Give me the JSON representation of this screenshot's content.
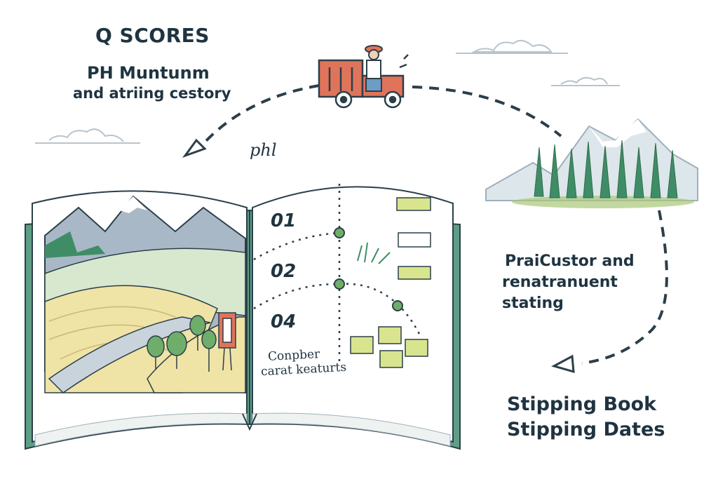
{
  "header": {
    "title": "Q  SCORES",
    "line1": "PH Muntunm",
    "line2": "and atriing cestory"
  },
  "ph_note": "phl",
  "steps": [
    "01",
    "02",
    "04"
  ],
  "page_note": {
    "line1": "Conpber",
    "line2": "carat keaturts"
  },
  "right_caption": [
    "PraiCustor and",
    "renatranuent",
    "stating"
  ],
  "footer": {
    "line1": "Stipping Book",
    "line2": "Stipping Dates"
  },
  "colors": {
    "ink": "#1f3440",
    "book_green": "#5f9e86",
    "tree_green": "#3f8d66",
    "mountain": "#a9b8c6",
    "field_yellow": "#efe3a6",
    "river": "#c9d3dc",
    "truck_red": "#e0745b",
    "crate_green": "#d9e58e"
  },
  "icons": [
    "truck-icon",
    "farmer-icon",
    "forest-icon",
    "cloud-icon",
    "crate-icon",
    "tree-icon",
    "sign-icon",
    "arrow-icon"
  ]
}
